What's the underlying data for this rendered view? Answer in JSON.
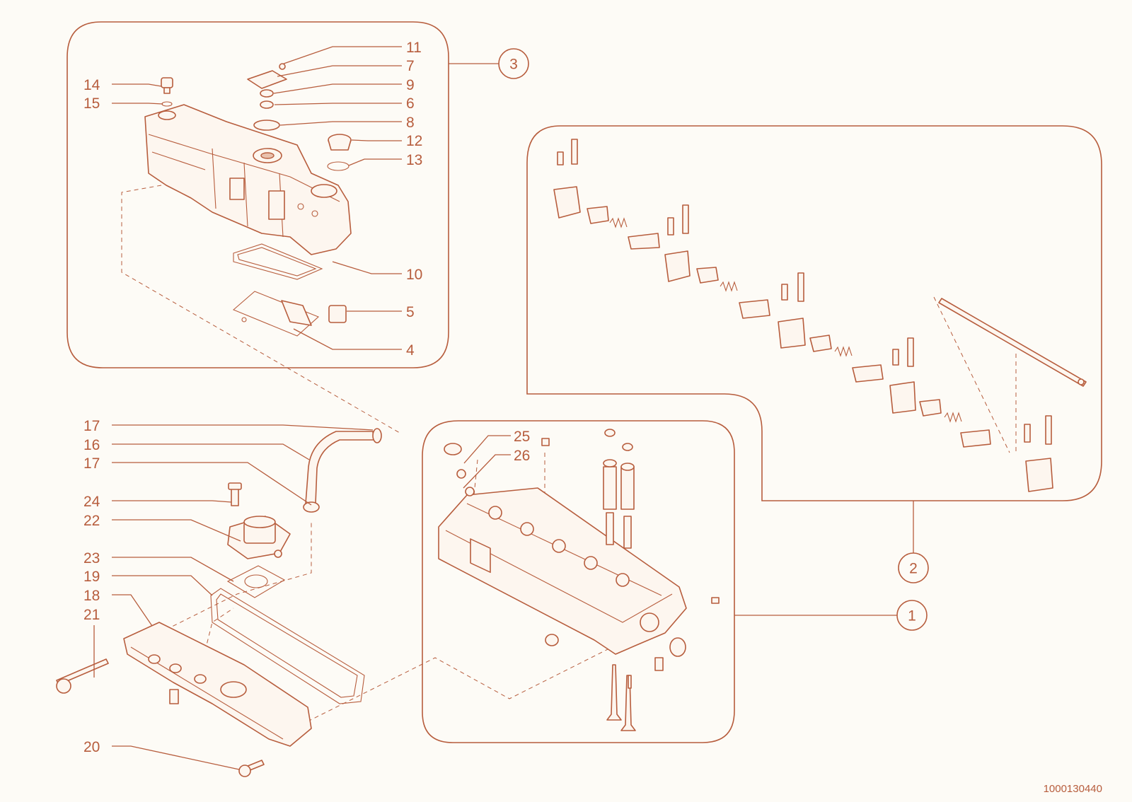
{
  "diagram": {
    "reference_number": "1000130440",
    "accent_color": "#b75d3d",
    "background_color": "#fdfbf6",
    "assembly_callouts": [
      "1",
      "2",
      "3"
    ],
    "part_callouts": [
      {
        "id": "11",
        "label": "11"
      },
      {
        "id": "7",
        "label": "7"
      },
      {
        "id": "9",
        "label": "9"
      },
      {
        "id": "6",
        "label": "6"
      },
      {
        "id": "8",
        "label": "8"
      },
      {
        "id": "12",
        "label": "12"
      },
      {
        "id": "13",
        "label": "13"
      },
      {
        "id": "14",
        "label": "14"
      },
      {
        "id": "15",
        "label": "15"
      },
      {
        "id": "10",
        "label": "10"
      },
      {
        "id": "5",
        "label": "5"
      },
      {
        "id": "4",
        "label": "4"
      },
      {
        "id": "17a",
        "label": "17"
      },
      {
        "id": "16",
        "label": "16"
      },
      {
        "id": "17b",
        "label": "17"
      },
      {
        "id": "24",
        "label": "24"
      },
      {
        "id": "22",
        "label": "22"
      },
      {
        "id": "23",
        "label": "23"
      },
      {
        "id": "19",
        "label": "19"
      },
      {
        "id": "18",
        "label": "18"
      },
      {
        "id": "21",
        "label": "21"
      },
      {
        "id": "20",
        "label": "20"
      },
      {
        "id": "25",
        "label": "25"
      },
      {
        "id": "26",
        "label": "26"
      }
    ],
    "icons": [
      "valve-cover-drawing",
      "rocker-arm-shaft-drawing",
      "cylinder-head-drawing",
      "intake-manifold-drawing",
      "breather-hose-drawing",
      "cover-gasket-drawing",
      "manifold-gasket-drawing",
      "thermostat-housing-drawing",
      "bolt-drawing"
    ]
  }
}
